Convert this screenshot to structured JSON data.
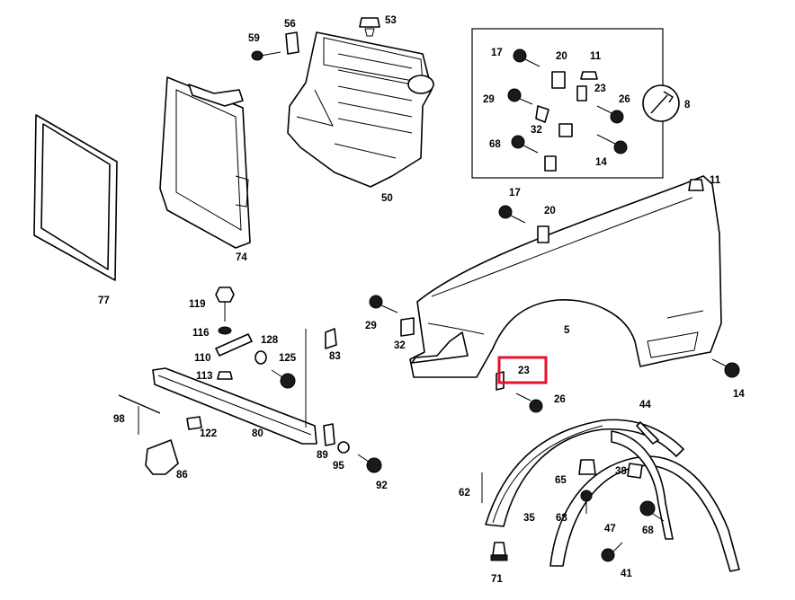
{
  "highlight": {
    "label": "23",
    "color": "#e8112d"
  },
  "labels": {
    "l5": "5",
    "l8": "8",
    "l11a": "11",
    "l11b": "11",
    "l14a": "14",
    "l14b": "14",
    "l17a": "17",
    "l17b": "17",
    "l20a": "20",
    "l20b": "20",
    "l23a": "23",
    "l23b": "23",
    "l26a": "26",
    "l26b": "26",
    "l29a": "29",
    "l29b": "29",
    "l32a": "32",
    "l32b": "32",
    "l35": "35",
    "l38": "38",
    "l41": "41",
    "l44": "44",
    "l47": "47",
    "l50": "50",
    "l53": "53",
    "l56": "56",
    "l59": "59",
    "l62": "62",
    "l65": "65",
    "l68a": "68",
    "l68b": "68",
    "l68c": "68",
    "l71": "71",
    "l74": "74",
    "l77": "77",
    "l80": "80",
    "l83": "83",
    "l86": "86",
    "l89": "89",
    "l92": "92",
    "l95": "95",
    "l98": "98",
    "l110": "110",
    "l113": "113",
    "l116": "116",
    "l119": "119",
    "l122": "122",
    "l125": "125",
    "l128": "128"
  }
}
